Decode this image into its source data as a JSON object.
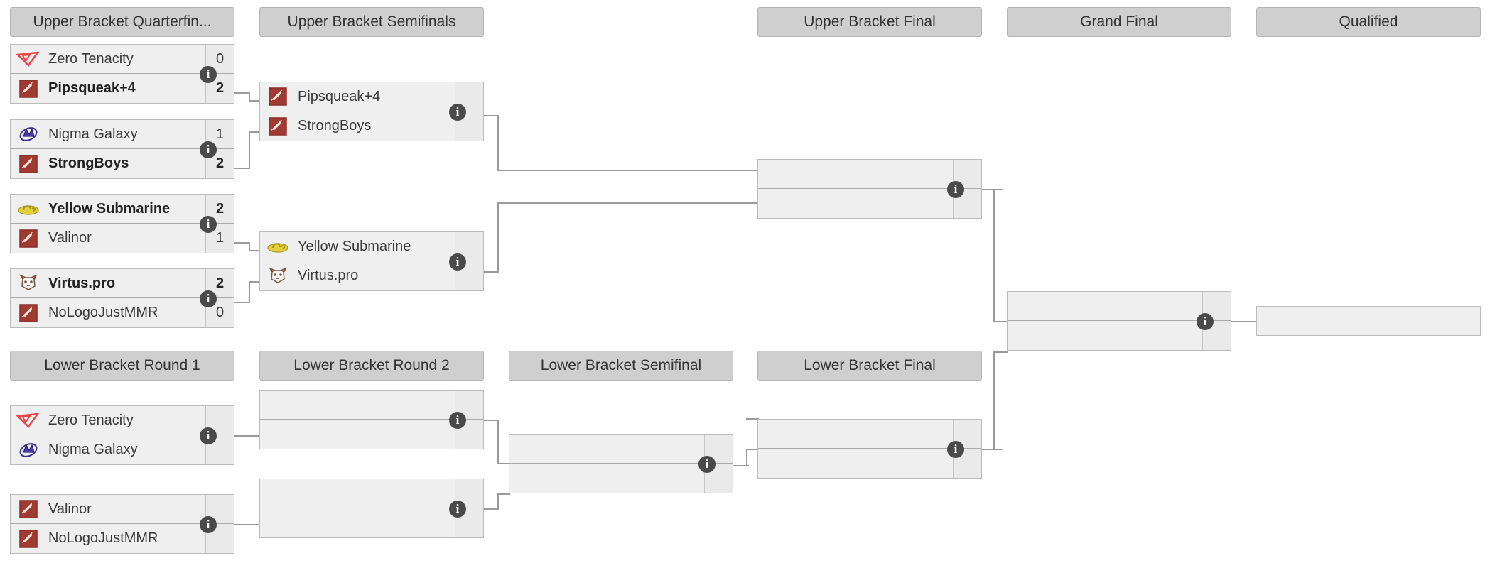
{
  "headers": {
    "ub_qf": "Upper Bracket Quarterfin...",
    "ub_sf": "Upper Bracket Semifinals",
    "ub_f": "Upper Bracket Final",
    "gf": "Grand Final",
    "qualified": "Qualified",
    "lb_r1": "Lower Bracket Round 1",
    "lb_r2": "Lower Bracket Round 2",
    "lb_sf": "Lower Bracket Semifinal",
    "lb_f": "Lower Bracket Final"
  },
  "info_label": "i",
  "matches": {
    "ubqf1": {
      "top": {
        "team": "Zero Tenacity",
        "score": "0",
        "logo": "zero-tenacity",
        "winner": false
      },
      "bottom": {
        "team": "Pipsqueak+4",
        "score": "2",
        "logo": "dota-default",
        "winner": true
      }
    },
    "ubqf2": {
      "top": {
        "team": "Nigma Galaxy",
        "score": "1",
        "logo": "nigma-galaxy",
        "winner": false
      },
      "bottom": {
        "team": "StrongBoys",
        "score": "2",
        "logo": "dota-default",
        "winner": true
      }
    },
    "ubqf3": {
      "top": {
        "team": "Yellow Submarine",
        "score": "2",
        "logo": "yellow-submarine",
        "winner": true
      },
      "bottom": {
        "team": "Valinor",
        "score": "1",
        "logo": "dota-default",
        "winner": false
      }
    },
    "ubqf4": {
      "top": {
        "team": "Virtus.pro",
        "score": "2",
        "logo": "virtus-pro",
        "winner": true
      },
      "bottom": {
        "team": "NoLogoJustMMR",
        "score": "0",
        "logo": "dota-default",
        "winner": false
      }
    },
    "ubsf1": {
      "top": {
        "team": "Pipsqueak+4",
        "score": "",
        "logo": "dota-default",
        "winner": false
      },
      "bottom": {
        "team": "StrongBoys",
        "score": "",
        "logo": "dota-default",
        "winner": false
      }
    },
    "ubsf2": {
      "top": {
        "team": "Yellow Submarine",
        "score": "",
        "logo": "yellow-submarine",
        "winner": false
      },
      "bottom": {
        "team": "Virtus.pro",
        "score": "",
        "logo": "virtus-pro",
        "winner": false
      }
    },
    "ubfinal": {
      "top": {
        "team": "",
        "score": "",
        "logo": "none",
        "winner": false
      },
      "bottom": {
        "team": "",
        "score": "",
        "logo": "none",
        "winner": false
      }
    },
    "grandfinal": {
      "top": {
        "team": "",
        "score": "",
        "logo": "none",
        "winner": false
      },
      "bottom": {
        "team": "",
        "score": "",
        "logo": "none",
        "winner": false
      }
    },
    "qualified": {
      "top": {
        "team": "",
        "score": "",
        "logo": "none",
        "winner": false
      }
    },
    "lbr1m1": {
      "top": {
        "team": "Zero Tenacity",
        "score": "",
        "logo": "zero-tenacity",
        "winner": false
      },
      "bottom": {
        "team": "Nigma Galaxy",
        "score": "",
        "logo": "nigma-galaxy",
        "winner": false
      }
    },
    "lbr1m2": {
      "top": {
        "team": "Valinor",
        "score": "",
        "logo": "dota-default",
        "winner": false
      },
      "bottom": {
        "team": "NoLogoJustMMR",
        "score": "",
        "logo": "dota-default",
        "winner": false
      }
    },
    "lbr2m1": {
      "top": {
        "team": "",
        "score": "",
        "logo": "none",
        "winner": false
      },
      "bottom": {
        "team": "",
        "score": "",
        "logo": "none",
        "winner": false
      }
    },
    "lbr2m2": {
      "top": {
        "team": "",
        "score": "",
        "logo": "none",
        "winner": false
      },
      "bottom": {
        "team": "",
        "score": "",
        "logo": "none",
        "winner": false
      }
    },
    "lbsf": {
      "top": {
        "team": "",
        "score": "",
        "logo": "none",
        "winner": false
      },
      "bottom": {
        "team": "",
        "score": "",
        "logo": "none",
        "winner": false
      }
    },
    "lbfinal": {
      "top": {
        "team": "",
        "score": "",
        "logo": "none",
        "winner": false
      },
      "bottom": {
        "team": "",
        "score": "",
        "logo": "none",
        "winner": false
      }
    }
  },
  "colors": {
    "header_bg": "#cfcfcf",
    "match_bg": "#efefef",
    "score_bg": "#eaeaea",
    "border": "#bbbbbb",
    "line": "#9a9a9a",
    "badge": "#4a4a4a",
    "text": "#3a3a3a",
    "zero_tenacity_logo": "#e8474a",
    "nigma_galaxy_logo": "#3b2d8f",
    "yellow_submarine_logo": "#e3d03a",
    "dota_default_logo": "#a03a33"
  }
}
